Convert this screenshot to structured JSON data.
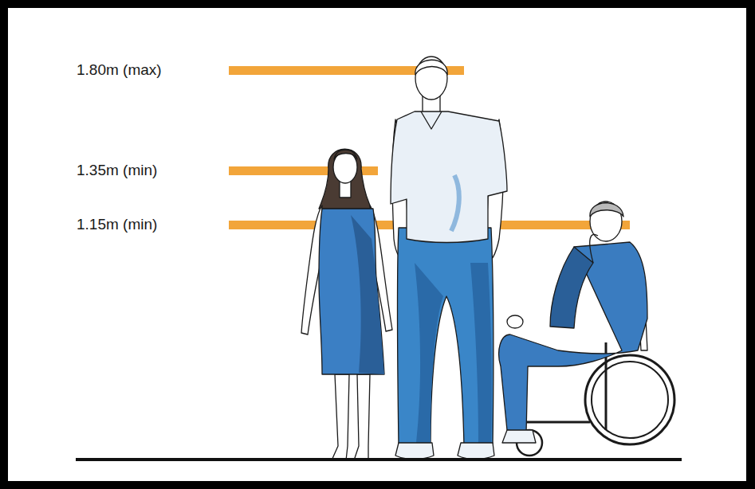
{
  "diagram": {
    "labels": [
      "1.80m (max)",
      "1.35m (min)",
      "1.15m (min)"
    ]
  }
}
